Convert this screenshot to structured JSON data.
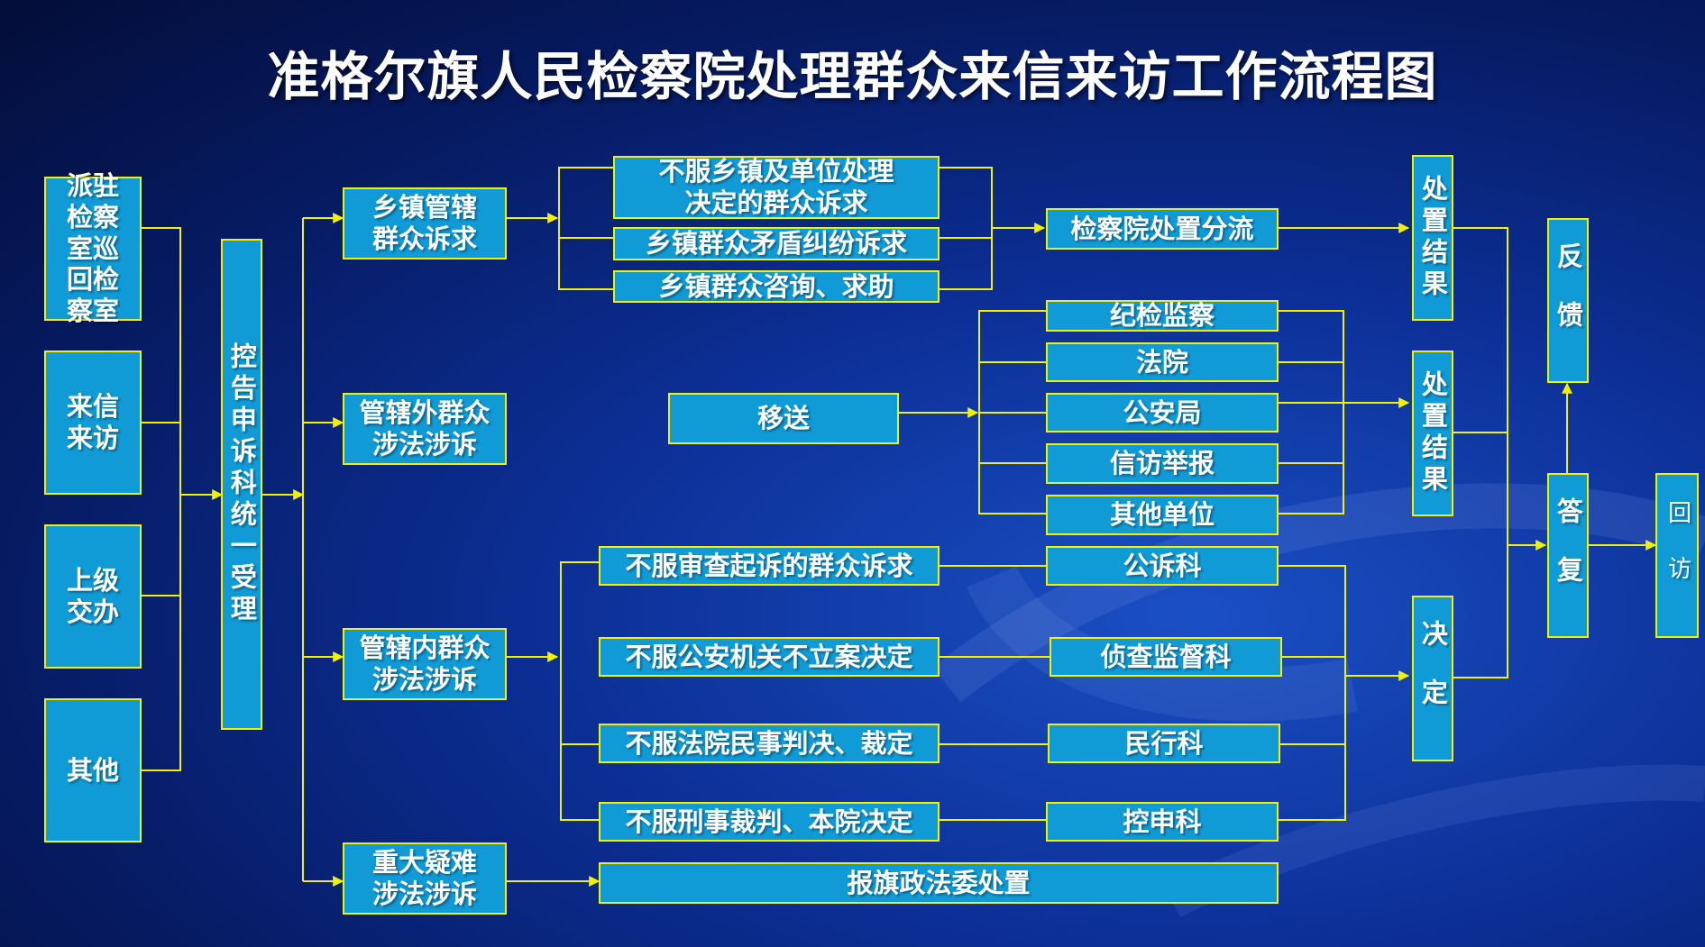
{
  "title": "准格尔旗人民检察院处理群众来信来访工作流程图",
  "sources": [
    "派驻检察室巡回检察室",
    "来信来访",
    "上级交办",
    "其他"
  ],
  "intake": "控告申诉科统一受理",
  "categories": [
    "乡镇管辖群众诉求",
    "管辖外群众涉法涉诉",
    "管辖内群众涉法涉诉",
    "重大疑难涉法涉诉"
  ],
  "township": [
    "不服乡镇及单位处理决定的群众诉求",
    "乡镇群众矛盾纠纷诉求",
    "乡镇群众咨询、求助"
  ],
  "divert": "检察院处置分流",
  "transfer": "移送",
  "transfer_targets": [
    "纪检监察",
    "法院",
    "公安局",
    "信访举报",
    "其他单位"
  ],
  "internal_appeals": [
    "不服审查起诉的群众诉求",
    "不服公安机关不立案决定",
    "不服法院民事判决、裁定",
    "不服刑事裁判、本院决定"
  ],
  "internal_depts": [
    "公诉科",
    "侦查监督科",
    "民行科",
    "控申科"
  ],
  "major": "报旗政法委处置",
  "result_1": "处置结果",
  "result_2": "处置结果",
  "decision": "决定",
  "reply": "答复",
  "feedback": "反馈",
  "revisit": "回访",
  "colors": {
    "box": "#109ad6",
    "border": "#f2f200",
    "line": "#f2f200",
    "text": "#ffffff"
  }
}
